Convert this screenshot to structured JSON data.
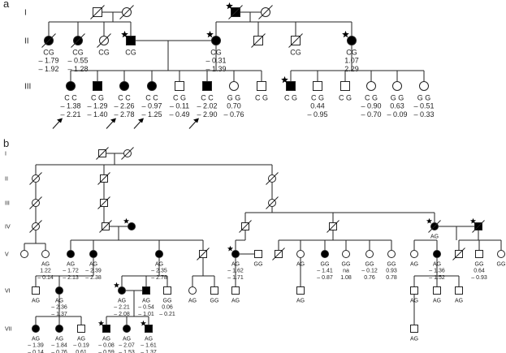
{
  "panels": {
    "a": {
      "label": "a",
      "generations": [
        "I",
        "II",
        "III"
      ],
      "individuals": [
        {
          "id": "aI1",
          "gen": 0,
          "sex": "M",
          "affected": false,
          "deceased": true,
          "proband": false,
          "lines": []
        },
        {
          "id": "aI2",
          "gen": 0,
          "sex": "F",
          "affected": false,
          "deceased": true,
          "proband": false,
          "lines": []
        },
        {
          "id": "aI3",
          "gen": 0,
          "sex": "M",
          "affected": true,
          "deceased": true,
          "proband": true,
          "lines": []
        },
        {
          "id": "aI4",
          "gen": 0,
          "sex": "F",
          "affected": false,
          "deceased": true,
          "proband": false,
          "lines": []
        },
        {
          "id": "aII1",
          "gen": 1,
          "sex": "F",
          "affected": true,
          "deceased": true,
          "proband": false,
          "lines": [
            "CG",
            "– 1.79",
            "– 1.92"
          ]
        },
        {
          "id": "aII2",
          "gen": 1,
          "sex": "F",
          "affected": true,
          "deceased": true,
          "proband": false,
          "lines": [
            "CG",
            "– 0.55",
            "– 1.28"
          ]
        },
        {
          "id": "aII3",
          "gen": 1,
          "sex": "F",
          "affected": false,
          "deceased": true,
          "proband": false,
          "lines": [
            "CG"
          ]
        },
        {
          "id": "aII4",
          "gen": 1,
          "sex": "M",
          "affected": true,
          "deceased": false,
          "proband": true,
          "lines": [
            "CG"
          ]
        },
        {
          "id": "aII5",
          "gen": 1,
          "sex": "F",
          "affected": true,
          "deceased": false,
          "proband": true,
          "lines": [
            "CG",
            "– 0.31",
            "– 1.39"
          ]
        },
        {
          "id": "aII6",
          "gen": 1,
          "sex": "M",
          "affected": false,
          "deceased": true,
          "proband": false,
          "lines": []
        },
        {
          "id": "aII7",
          "gen": 1,
          "sex": "M",
          "affected": false,
          "deceased": true,
          "proband": false,
          "lines": [
            "CG"
          ]
        },
        {
          "id": "aII8",
          "gen": 1,
          "sex": "F",
          "affected": true,
          "deceased": false,
          "proband": true,
          "lines": [
            "CG",
            "1.07",
            "2.29"
          ]
        },
        {
          "id": "aIII1",
          "gen": 2,
          "sex": "F",
          "affected": true,
          "deceased": false,
          "proband": false,
          "arrow": true,
          "lines": [
            "C C",
            "– 1.38",
            "– 2.21"
          ]
        },
        {
          "id": "aIII2",
          "gen": 2,
          "sex": "M",
          "affected": true,
          "deceased": false,
          "proband": false,
          "lines": [
            "C G",
            "– 1.29",
            "– 1.40"
          ]
        },
        {
          "id": "aIII3",
          "gen": 2,
          "sex": "F",
          "affected": true,
          "deceased": false,
          "proband": false,
          "arrow": true,
          "lines": [
            "C C",
            "– 2.26",
            "– 2.78"
          ]
        },
        {
          "id": "aIII4",
          "gen": 2,
          "sex": "F",
          "affected": true,
          "deceased": false,
          "proband": false,
          "arrow": true,
          "lines": [
            "C C",
            "– 0.97",
            "– 1.25"
          ]
        },
        {
          "id": "aIII5",
          "gen": 2,
          "sex": "M",
          "affected": false,
          "deceased": false,
          "proband": false,
          "lines": [
            "C G",
            "– 0.11",
            "– 0.49"
          ]
        },
        {
          "id": "aIII6",
          "gen": 2,
          "sex": "M",
          "affected": true,
          "deceased": false,
          "proband": false,
          "arrow": true,
          "lines": [
            "C C",
            "– 2.02",
            "– 2.90"
          ]
        },
        {
          "id": "aIII7",
          "gen": 2,
          "sex": "F",
          "affected": false,
          "deceased": false,
          "proband": false,
          "lines": [
            "G G",
            "0.70",
            "– 0.76"
          ]
        },
        {
          "id": "aIII8",
          "gen": 2,
          "sex": "M",
          "affected": false,
          "deceased": false,
          "proband": false,
          "lines": [
            "C G"
          ]
        },
        {
          "id": "aIII9",
          "gen": 2,
          "sex": "M",
          "affected": true,
          "deceased": false,
          "proband": true,
          "lines": [
            "C G"
          ]
        },
        {
          "id": "aIII10",
          "gen": 2,
          "sex": "M",
          "affected": false,
          "deceased": false,
          "proband": false,
          "lines": [
            "C G",
            "0.44",
            "– 0.95"
          ]
        },
        {
          "id": "aIII11",
          "gen": 2,
          "sex": "M",
          "affected": false,
          "deceased": false,
          "proband": false,
          "lines": [
            "C G"
          ]
        },
        {
          "id": "aIII12",
          "gen": 2,
          "sex": "F",
          "affected": false,
          "deceased": false,
          "proband": false,
          "lines": [
            "C G",
            "– 0.90",
            "– 0.70"
          ]
        },
        {
          "id": "aIII13",
          "gen": 2,
          "sex": "F",
          "affected": false,
          "deceased": false,
          "proband": false,
          "lines": [
            "G G",
            "0.63",
            "– 0.09"
          ]
        },
        {
          "id": "aIII14",
          "gen": 2,
          "sex": "F",
          "affected": false,
          "deceased": false,
          "proband": false,
          "lines": [
            "G G",
            "– 0.51",
            "– 0.33"
          ]
        }
      ]
    },
    "b": {
      "label": "b",
      "generations": [
        "I",
        "II",
        "III",
        "IV",
        "V",
        "VI",
        "VII"
      ],
      "individuals": [
        {
          "id": "bI1",
          "gen": 0,
          "sex": "M",
          "affected": false,
          "deceased": true,
          "proband": false,
          "lines": []
        },
        {
          "id": "bI2",
          "gen": 0,
          "sex": "F",
          "affected": false,
          "deceased": true,
          "proband": false,
          "lines": []
        },
        {
          "id": "bII1",
          "gen": 1,
          "sex": "F",
          "affected": false,
          "deceased": true,
          "proband": false,
          "lines": []
        },
        {
          "id": "bII2",
          "gen": 1,
          "sex": "M",
          "affected": false,
          "deceased": true,
          "proband": false,
          "lines": []
        },
        {
          "id": "bII3",
          "gen": 1,
          "sex": "F",
          "affected": false,
          "deceased": true,
          "proband": false,
          "lines": []
        },
        {
          "id": "bIII1",
          "gen": 2,
          "sex": "F",
          "affected": false,
          "deceased": true,
          "proband": false,
          "lines": []
        },
        {
          "id": "bIII2",
          "gen": 2,
          "sex": "M",
          "affected": false,
          "deceased": true,
          "proband": false,
          "lines": []
        },
        {
          "id": "bIII3",
          "gen": 2,
          "sex": "F",
          "affected": false,
          "deceased": true,
          "proband": false,
          "lines": []
        },
        {
          "id": "bIV1",
          "gen": 3,
          "sex": "F",
          "affected": false,
          "deceased": true,
          "proband": false,
          "lines": []
        },
        {
          "id": "bIV2",
          "gen": 3,
          "sex": "M",
          "affected": false,
          "deceased": true,
          "proband": false,
          "lines": []
        },
        {
          "id": "bIV3",
          "gen": 3,
          "sex": "F",
          "affected": true,
          "deceased": false,
          "proband": true,
          "lines": []
        },
        {
          "id": "bIV4",
          "gen": 3,
          "sex": "M",
          "affected": false,
          "deceased": true,
          "proband": false,
          "lines": []
        },
        {
          "id": "bIV5",
          "gen": 3,
          "sex": "M",
          "affected": false,
          "deceased": true,
          "proband": false,
          "lines": []
        },
        {
          "id": "bIV6",
          "gen": 3,
          "sex": "F",
          "affected": true,
          "deceased": true,
          "proband": true,
          "lines": [
            "AG"
          ]
        },
        {
          "id": "bIV7",
          "gen": 3,
          "sex": "M",
          "affected": true,
          "deceased": true,
          "proband": true,
          "lines": []
        },
        {
          "id": "bV1",
          "gen": 4,
          "sex": "F",
          "affected": false,
          "deceased": false,
          "proband": false,
          "lines": []
        },
        {
          "id": "bV2",
          "gen": 4,
          "sex": "F",
          "affected": false,
          "deceased": false,
          "proband": false,
          "lines": [
            "AG",
            "1.22",
            "– 0.14"
          ]
        },
        {
          "id": "bV3",
          "gen": 4,
          "sex": "F",
          "affected": true,
          "deceased": false,
          "proband": false,
          "lines": [
            "AG",
            "– 1.72",
            "– 2.13"
          ]
        },
        {
          "id": "bV4",
          "gen": 4,
          "sex": "F",
          "affected": true,
          "deceased": false,
          "proband": false,
          "lines": [
            "AG",
            "– 2.39",
            "– 2.38"
          ]
        },
        {
          "id": "bV5",
          "gen": 4,
          "sex": "F",
          "affected": true,
          "deceased": false,
          "proband": false,
          "lines": [
            "AG",
            "– 2.35",
            "– 2.78"
          ]
        },
        {
          "id": "bV6",
          "gen": 4,
          "sex": "M",
          "affected": false,
          "deceased": true,
          "proband": false,
          "lines": []
        },
        {
          "id": "bV7",
          "gen": 4,
          "sex": "F",
          "affected": true,
          "deceased": false,
          "proband": true,
          "lines": [
            "AG",
            "– 1.62",
            "– 1.71"
          ]
        },
        {
          "id": "bV8",
          "gen": 4,
          "sex": "M",
          "affected": false,
          "deceased": false,
          "proband": false,
          "lines": [
            "GG"
          ]
        },
        {
          "id": "bV9",
          "gen": 4,
          "sex": "M",
          "affected": false,
          "deceased": true,
          "proband": false,
          "lines": []
        },
        {
          "id": "bV10",
          "gen": 4,
          "sex": "F",
          "affected": false,
          "deceased": false,
          "proband": false,
          "lines": [
            "AG"
          ]
        },
        {
          "id": "bV11",
          "gen": 4,
          "sex": "F",
          "affected": true,
          "deceased": false,
          "proband": false,
          "lines": [
            "GG",
            "– 1.41",
            "– 0.87"
          ]
        },
        {
          "id": "bV12",
          "gen": 4,
          "sex": "F",
          "affected": false,
          "deceased": false,
          "proband": false,
          "lines": [
            "GG",
            "na",
            "1.08"
          ]
        },
        {
          "id": "bV13",
          "gen": 4,
          "sex": "F",
          "affected": false,
          "deceased": false,
          "proband": false,
          "lines": [
            "GG",
            "– 0.12",
            "0.76"
          ]
        },
        {
          "id": "bV14",
          "gen": 4,
          "sex": "F",
          "affected": false,
          "deceased": false,
          "proband": false,
          "lines": [
            "GG",
            "0.93",
            "0.78"
          ]
        },
        {
          "id": "bV15",
          "gen": 4,
          "sex": "F",
          "affected": false,
          "deceased": false,
          "proband": false,
          "lines": [
            "AG"
          ]
        },
        {
          "id": "bV16",
          "gen": 4,
          "sex": "F",
          "affected": true,
          "deceased": false,
          "proband": false,
          "lines": [
            "AG",
            "– 1.36",
            "– 1.52"
          ]
        },
        {
          "id": "bV17",
          "gen": 4,
          "sex": "M",
          "affected": false,
          "deceased": true,
          "proband": false,
          "lines": []
        },
        {
          "id": "bV18",
          "gen": 4,
          "sex": "M",
          "affected": false,
          "deceased": false,
          "proband": false,
          "lines": [
            "GG",
            "0.64",
            "– 0.93"
          ]
        },
        {
          "id": "bV19",
          "gen": 4,
          "sex": "F",
          "affected": false,
          "deceased": false,
          "proband": false,
          "lines": [
            "GG"
          ]
        },
        {
          "id": "bVI1",
          "gen": 5,
          "sex": "M",
          "affected": false,
          "deceased": false,
          "proband": false,
          "lines": [
            "AG"
          ]
        },
        {
          "id": "bVI2",
          "gen": 5,
          "sex": "F",
          "affected": true,
          "deceased": false,
          "proband": false,
          "lines": [
            "AG",
            "– 2.36",
            "– 1.37"
          ]
        },
        {
          "id": "bVI3",
          "gen": 5,
          "sex": "F",
          "affected": true,
          "deceased": false,
          "proband": true,
          "lines": [
            "AG",
            "– 2.21",
            "– 2.08"
          ]
        },
        {
          "id": "bVI4",
          "gen": 5,
          "sex": "M",
          "affected": true,
          "deceased": false,
          "proband": false,
          "lines": [
            "AG",
            "– 0.54",
            "– 1.01"
          ]
        },
        {
          "id": "bVI5",
          "gen": 5,
          "sex": "M",
          "affected": false,
          "deceased": false,
          "proband": false,
          "lines": [
            "GG",
            "0.06",
            "– 0.21"
          ]
        },
        {
          "id": "bVI6",
          "gen": 5,
          "sex": "F",
          "affected": false,
          "deceased": false,
          "proband": false,
          "lines": [
            "AG"
          ]
        },
        {
          "id": "bVI7",
          "gen": 5,
          "sex": "M",
          "affected": false,
          "deceased": false,
          "proband": false,
          "lines": [
            "GG"
          ]
        },
        {
          "id": "bVI8",
          "gen": 5,
          "sex": "M",
          "affected": false,
          "deceased": false,
          "proband": false,
          "lines": [
            "AG"
          ]
        },
        {
          "id": "bVI9",
          "gen": 5,
          "sex": "M",
          "affected": false,
          "deceased": false,
          "proband": false,
          "lines": [
            "AG"
          ]
        },
        {
          "id": "bVI10",
          "gen": 5,
          "sex": "M",
          "affected": false,
          "deceased": false,
          "proband": false,
          "lines": [
            "AG"
          ]
        },
        {
          "id": "bVI11",
          "gen": 5,
          "sex": "M",
          "affected": false,
          "deceased": false,
          "proband": false,
          "lines": [
            "AG"
          ]
        },
        {
          "id": "bVI12",
          "gen": 5,
          "sex": "M",
          "affected": false,
          "deceased": false,
          "proband": false,
          "lines": [
            "AG"
          ]
        },
        {
          "id": "bVII1",
          "gen": 6,
          "sex": "F",
          "affected": true,
          "deceased": false,
          "proband": false,
          "lines": [
            "AG",
            "– 1.39",
            "– 0.14"
          ]
        },
        {
          "id": "bVII2",
          "gen": 6,
          "sex": "F",
          "affected": true,
          "deceased": false,
          "proband": false,
          "lines": [
            "AG",
            "– 1.84",
            "– 0.76"
          ]
        },
        {
          "id": "bVII3",
          "gen": 6,
          "sex": "M",
          "affected": false,
          "deceased": false,
          "proband": false,
          "lines": [
            "AG",
            "– 0.19",
            "0.61"
          ]
        },
        {
          "id": "bVII4",
          "gen": 6,
          "sex": "M",
          "affected": true,
          "deceased": false,
          "proband": true,
          "lines": [
            "AG",
            "– 0.08",
            "– 0.59"
          ]
        },
        {
          "id": "bVII5",
          "gen": 6,
          "sex": "F",
          "affected": true,
          "deceased": false,
          "proband": false,
          "lines": [
            "AG",
            "– 2.07",
            "– 1.53"
          ]
        },
        {
          "id": "bVII6",
          "gen": 6,
          "sex": "M",
          "affected": true,
          "deceased": false,
          "proband": true,
          "lines": [
            "AG",
            "– 1.61",
            "– 1.37"
          ]
        },
        {
          "id": "bVII7",
          "gen": 6,
          "sex": "M",
          "affected": false,
          "deceased": false,
          "proband": false,
          "lines": [
            "AG"
          ]
        }
      ]
    }
  },
  "colors": {
    "stroke": "#222222",
    "affected_fill": "#000000",
    "unaffected_fill": "#ffffff",
    "text": "#222222"
  }
}
